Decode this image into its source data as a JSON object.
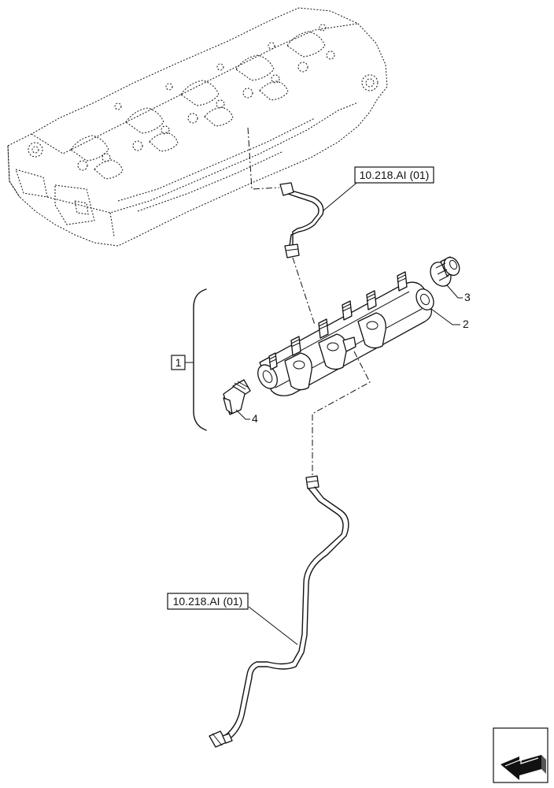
{
  "callouts": {
    "ref_upper": "10.218.AI (01)",
    "ref_lower": "10.218.AI (01)",
    "group": "1",
    "item_2": "2",
    "item_3": "3",
    "item_4": "4"
  },
  "icons": {
    "orientation": "view-direction-arrow-icon"
  }
}
